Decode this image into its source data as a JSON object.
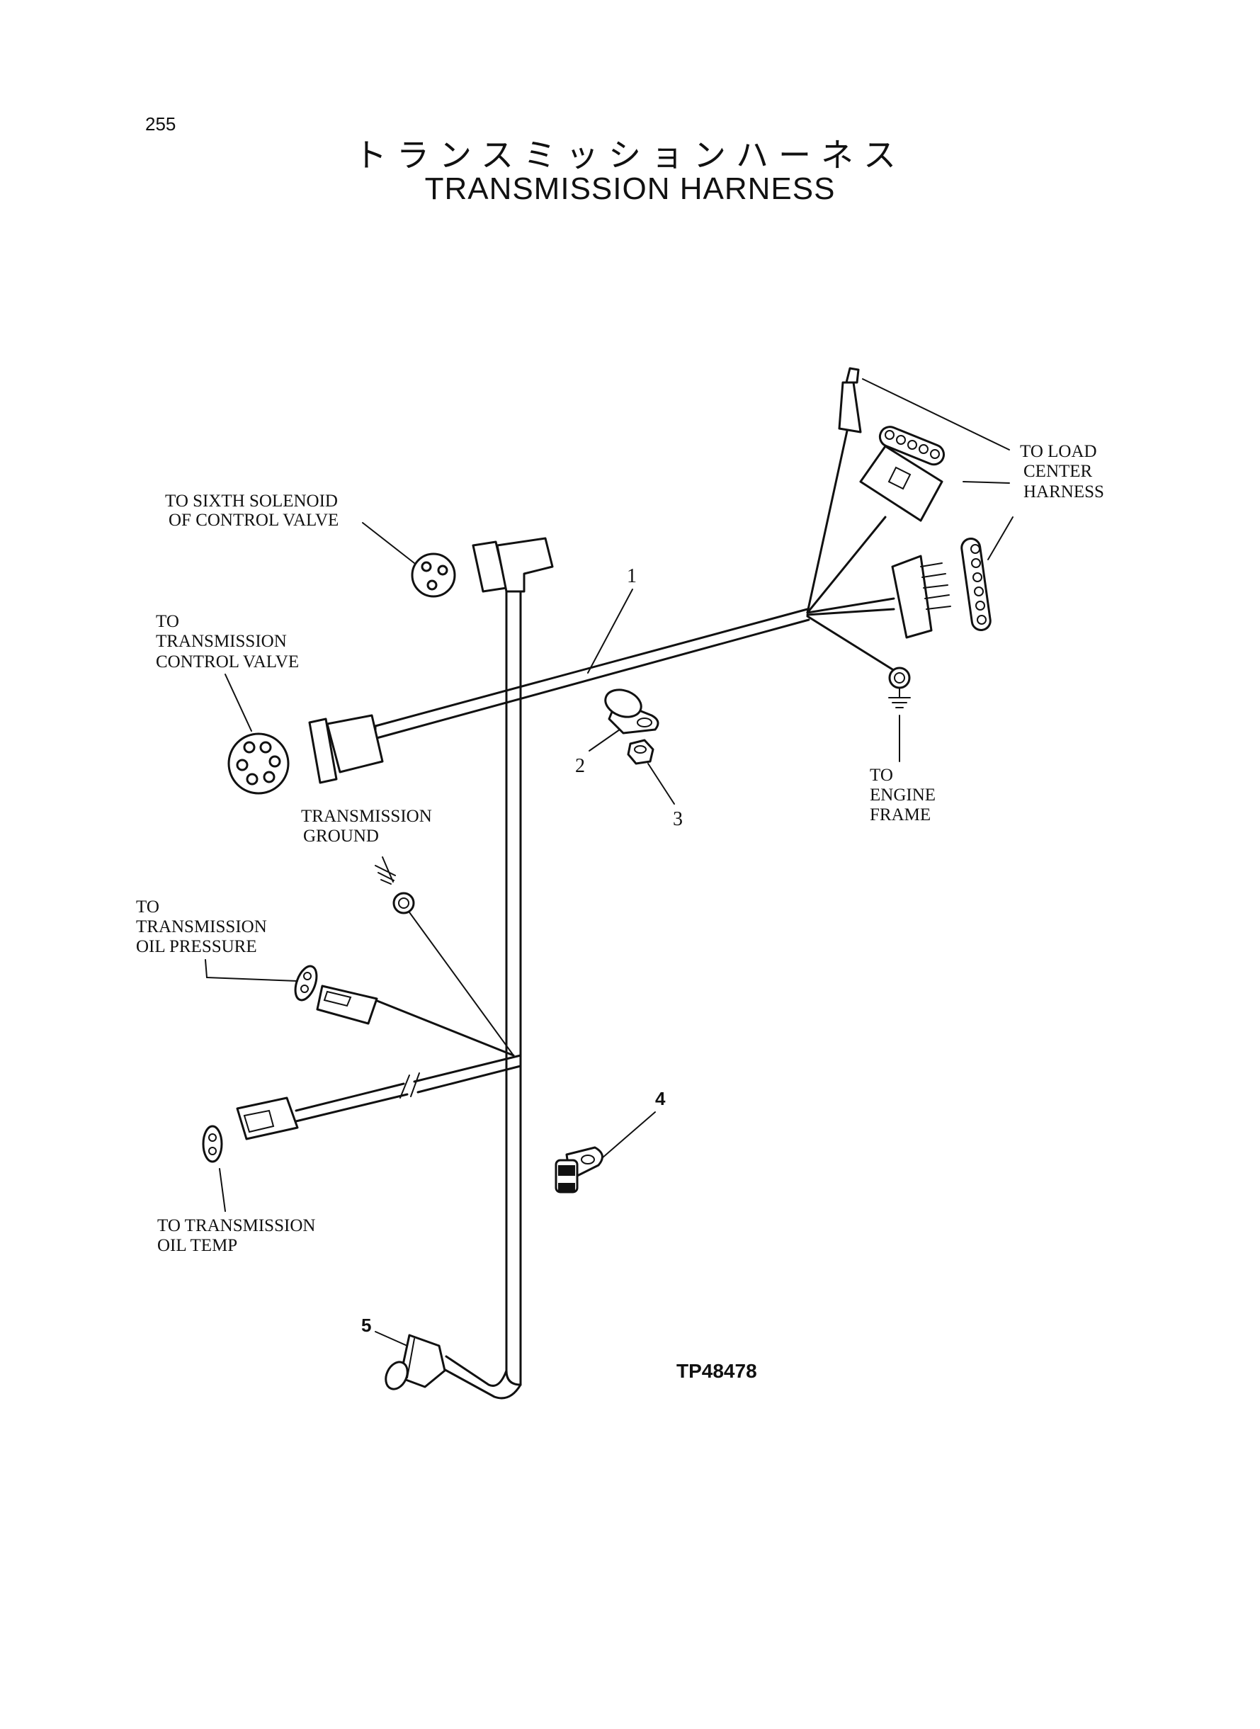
{
  "page_number": "255",
  "title_jp": "トランスミッションハーネス",
  "title_en": "TRANSMISSION HARNESS",
  "figure_code": "TP48478",
  "callouts": {
    "sixth_solenoid": [
      "TO SIXTH SOLENOID",
      "OF CONTROL VALVE"
    ],
    "control_valve": [
      "TO",
      "TRANSMISSION",
      "CONTROL VALVE"
    ],
    "load_center": [
      "TO LOAD",
      "CENTER",
      "HARNESS"
    ],
    "engine_frame": [
      "TO",
      "ENGINE",
      "FRAME"
    ],
    "trans_ground": [
      "TRANSMISSION",
      "GROUND"
    ],
    "oil_pressure": [
      "TO",
      "TRANSMISSION",
      "OIL PRESSURE"
    ],
    "oil_temp": [
      "TO TRANSMISSION",
      "OIL TEMP"
    ]
  },
  "part_numbers": [
    "1",
    "2",
    "3",
    "4",
    "5"
  ]
}
